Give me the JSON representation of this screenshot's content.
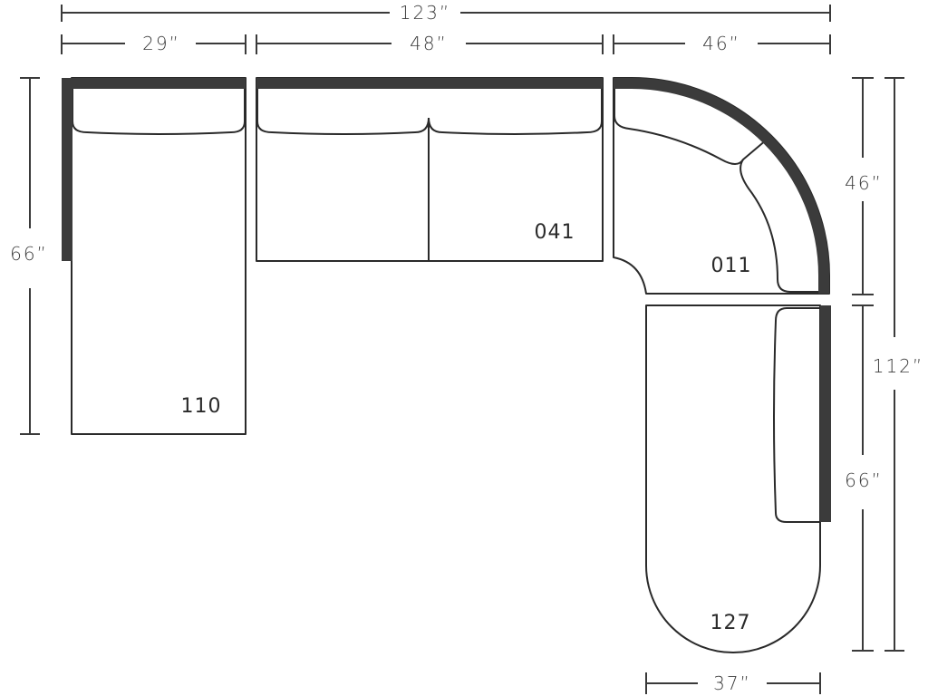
{
  "dimensions": {
    "overall_width": "123”",
    "chaise_width": "29”",
    "loveseat_width": "48”",
    "corner_width": "46”",
    "chaise_depth_left": "66”",
    "corner_depth_right": "46”",
    "overall_depth_right": "112”",
    "bumper_depth_right": "66”",
    "bumper_width_bottom": "37”"
  },
  "modules": {
    "chaise_left": "110",
    "loveseat": "041",
    "corner": "011",
    "bumper": "127"
  },
  "colors": {
    "back": "#3b3b3b",
    "outline": "#2a2a2a",
    "dimension": "#3a3a3a"
  }
}
